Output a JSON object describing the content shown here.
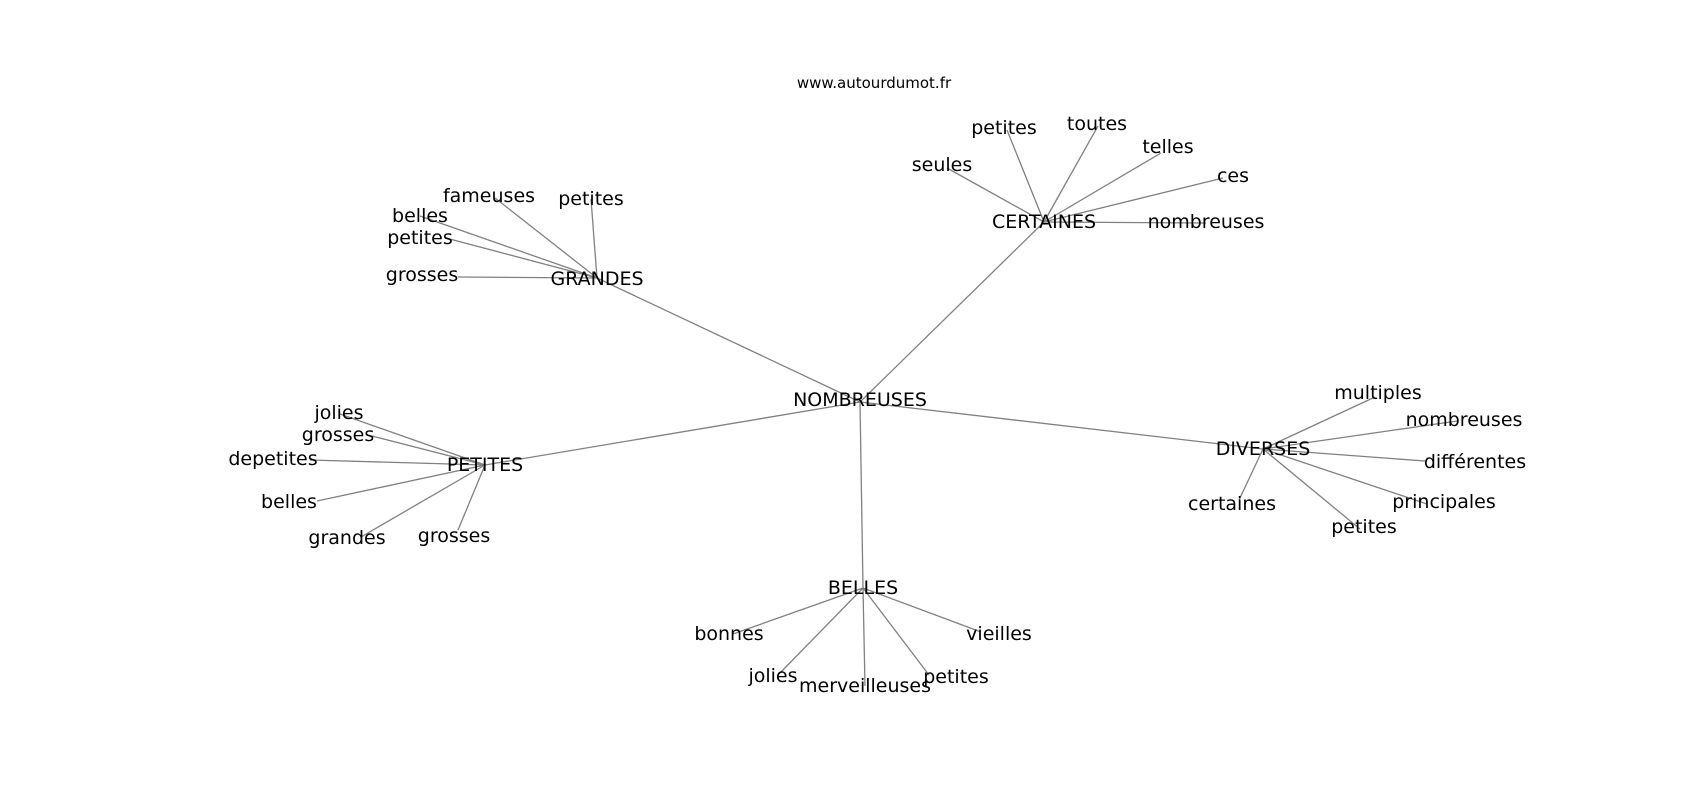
{
  "source_text": "www.autourdumot.fr",
  "center": "NOMBREUSES",
  "hubs": [
    {
      "label": "GRANDES",
      "leaves": [
        "fameuses",
        "petites",
        "belles",
        "petites",
        "grosses"
      ]
    },
    {
      "label": "CERTAINES",
      "leaves": [
        "seules",
        "petites",
        "toutes",
        "telles",
        "ces",
        "nombreuses"
      ]
    },
    {
      "label": "PETITES",
      "leaves": [
        "jolies",
        "grosses",
        "depetites",
        "belles",
        "grandes",
        "grosses"
      ]
    },
    {
      "label": "DIVERSES",
      "leaves": [
        "multiples",
        "nombreuses",
        "différentes",
        "principales",
        "petites",
        "certaines"
      ]
    },
    {
      "label": "BELLES",
      "leaves": [
        "bonnes",
        "jolies",
        "merveilleuses",
        "petites",
        "vieilles"
      ]
    }
  ]
}
